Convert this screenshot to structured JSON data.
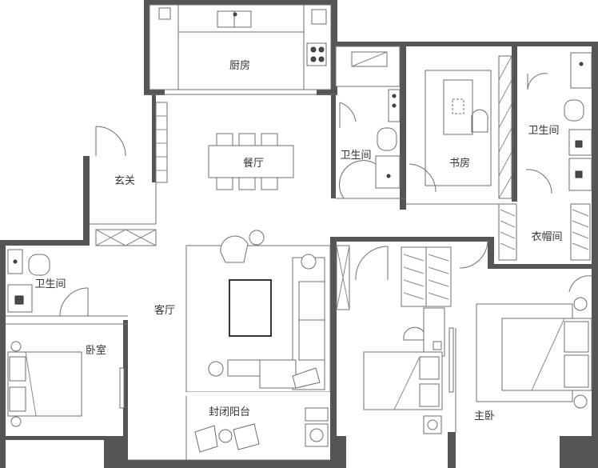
{
  "colors": {
    "wall": "#555555",
    "line": "#6e6e6e",
    "background": "#ffffff",
    "text": "#333333"
  },
  "rooms": {
    "kitchen": "厨房",
    "dining": "餐厅",
    "entrance": "玄关",
    "bathroom_center": "卫生间",
    "study": "书房",
    "bathroom_right": "卫生间",
    "closet": "衣帽间",
    "bathroom_left": "卫生间",
    "bedroom": "卧室",
    "living": "客厅",
    "balcony": "封闭阳台",
    "master_bedroom": "主卧"
  }
}
